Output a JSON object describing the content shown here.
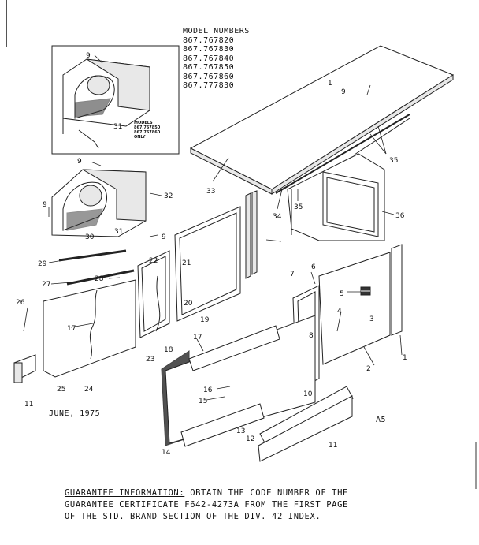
{
  "models": {
    "heading": "MODEL NUMBERS",
    "numbers": [
      "867.767820",
      "867.767830",
      "867.767840",
      "867.767850",
      "867.767860",
      "867.777830"
    ]
  },
  "inset_note": [
    "MODELS",
    "867.767850",
    "867.767860",
    "ONLY"
  ],
  "date": "JUNE, 1975",
  "page_ref": "A5",
  "guarantee": {
    "lead": "GUARANTEE INFORMATION:",
    "line1_rest": " OBTAIN THE CODE NUMBER OF THE",
    "line2": "GUARANTEE CERTIFICATE F642-4273A FROM THE FIRST PAGE",
    "line3": "OF THE STD. BRAND SECTION OF THE DIV. 42 INDEX."
  },
  "part_labels": [
    "1",
    "9",
    "35",
    "33",
    "34",
    "35",
    "36",
    "9",
    "31",
    "9",
    "32",
    "9",
    "31",
    "30",
    "9",
    "29",
    "27",
    "28",
    "22",
    "21",
    "20",
    "19",
    "7",
    "6",
    "5",
    "3",
    "4",
    "8",
    "26",
    "17",
    "23",
    "18",
    "17",
    "16",
    "15",
    "10",
    "2",
    "1",
    "11",
    "25",
    "24",
    "14",
    "13",
    "12",
    "11"
  ]
}
